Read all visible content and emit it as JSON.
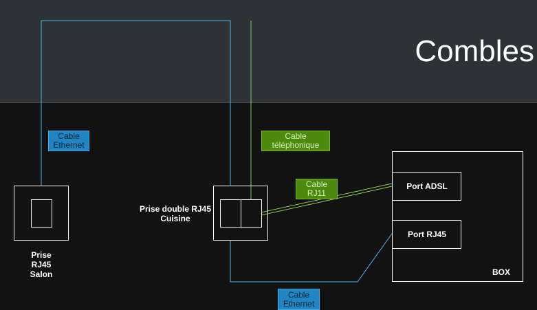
{
  "attic": {
    "title": "Combles"
  },
  "outlets": {
    "salon": {
      "label": "Prise\nRJ45\nSalon"
    },
    "kitchen": {
      "label": "Prise double RJ45\nCuisine"
    }
  },
  "box": {
    "label": "BOX",
    "ports": [
      {
        "label": "Port ADSL"
      },
      {
        "label": "Port RJ45"
      }
    ]
  },
  "cables": {
    "ethernet_top": {
      "label": "Cable\nEthernet",
      "color": "#1f86c3"
    },
    "phone": {
      "label": "Cable\ntéléphonique",
      "color": "#4d8a0f"
    },
    "rj11": {
      "label": "Cable\nRJ11",
      "color": "#4d8a0f"
    },
    "ethernet_bottom": {
      "label": "Cable\nEthernet",
      "color": "#1f86c3"
    }
  },
  "colors": {
    "ethernet_wire": "#4fb3e8",
    "phone_wire": "#8fcf55",
    "background": "#121212",
    "attic": "#2e3237"
  }
}
